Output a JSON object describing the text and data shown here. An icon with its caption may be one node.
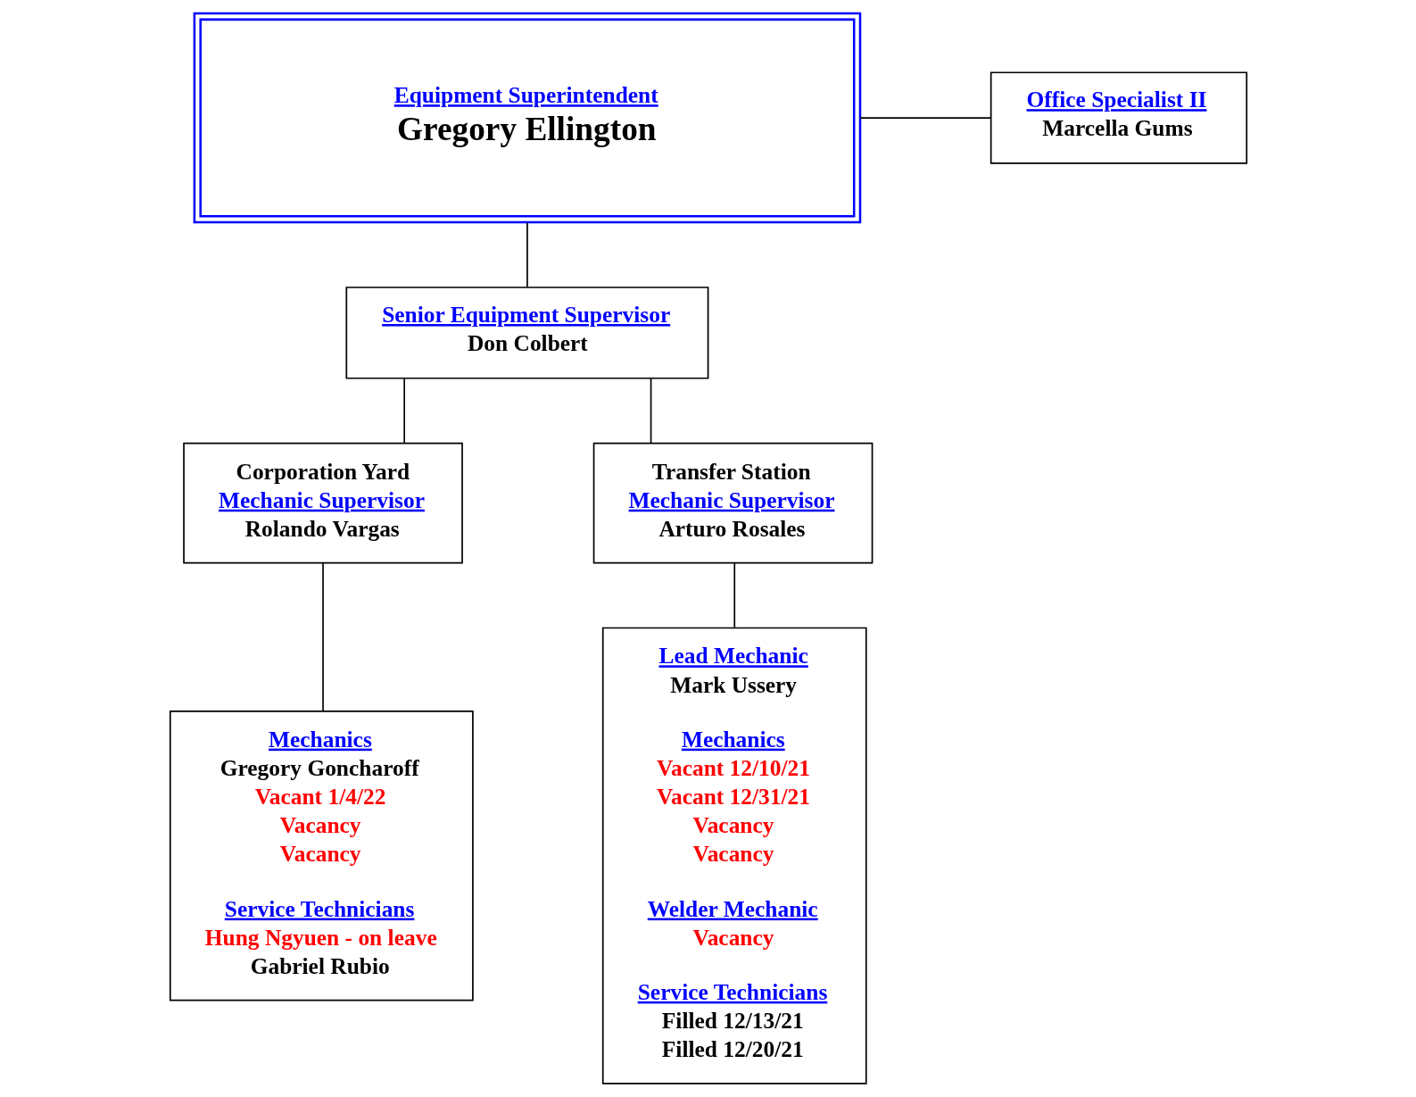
{
  "diagram": {
    "nodes": [
      {
        "text": [
          "Equipment Superintendent",
          "Gregory Ellington"
        ]
      },
      {
        "text": [
          "Office Specialist II",
          "Marcella Gums"
        ]
      },
      {
        "text": [
          "Senior Equipment Supervisor",
          "Don Colbert"
        ]
      },
      {
        "text": [
          "Corporation Yard",
          "Mechanic Supervisor",
          "Rolando Vargas"
        ]
      },
      {
        "text": [
          "Transfer Station",
          "Mechanic Supervisor",
          "Arturo Rosales"
        ]
      },
      {
        "text": [
          "Mechanics",
          "Gregory Goncharoff",
          "Vacant 1/4/22",
          "Vacancy",
          "Vacancy",
          "Service Technicians",
          "Hung Ngyuen - on leave",
          "Gabriel Rubio"
        ]
      },
      {
        "text": [
          "Lead Mechanic",
          "Mark Ussery",
          "Mechanics",
          "Vacant 12/10/21",
          "Vacant 12/31/21",
          "Vacancy",
          "Vacancy",
          "Welder Mechanic",
          "Vacancy",
          "Service Technicians",
          "Filled 12/13/21",
          "Filled 12/20/21"
        ]
      }
    ],
    "edges": [
      {
        "from": 0,
        "to": 1,
        "arrow": "none"
      },
      {
        "from": 0,
        "to": 2,
        "arrow": "none"
      },
      {
        "from": 2,
        "to": 3,
        "arrow": "none"
      },
      {
        "from": 2,
        "to": 4,
        "arrow": "none"
      },
      {
        "from": 3,
        "to": 5,
        "arrow": "none"
      },
      {
        "from": 4,
        "to": 6,
        "arrow": "none"
      }
    ]
  }
}
